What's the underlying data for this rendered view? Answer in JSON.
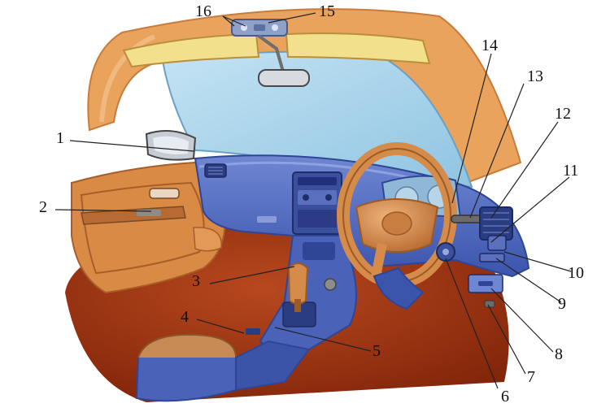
{
  "callouts": [
    {
      "id": "1",
      "label": "1"
    },
    {
      "id": "2",
      "label": "2"
    },
    {
      "id": "3",
      "label": "3"
    },
    {
      "id": "4",
      "label": "4"
    },
    {
      "id": "5",
      "label": "5"
    },
    {
      "id": "6",
      "label": "6"
    },
    {
      "id": "7",
      "label": "7"
    },
    {
      "id": "8",
      "label": "8"
    },
    {
      "id": "9",
      "label": "9"
    },
    {
      "id": "10",
      "label": "10"
    },
    {
      "id": "11",
      "label": "11"
    },
    {
      "id": "12",
      "label": "12"
    },
    {
      "id": "13",
      "label": "13"
    },
    {
      "id": "14",
      "label": "14"
    },
    {
      "id": "15",
      "label": "15"
    },
    {
      "id": "16",
      "label": "16"
    }
  ],
  "colors": {
    "headliner": "#e9a35c",
    "headliner_edge": "#c97b3a",
    "sunvisor": "#f2e08c",
    "windshield": "#a9d3ea",
    "dashboard": "#4a63b8",
    "dashboard_dark": "#2f4596",
    "dashboard_light": "#6f86d2",
    "door_panel": "#d98a45",
    "door_dark": "#a85e28",
    "floor": "#8f2a0c",
    "floor_light": "#b7481e",
    "steering": "#d58c4a",
    "steering_dark": "#9c5a25",
    "armrest": "#c88a55",
    "gauge": "#8fb7d6",
    "grey": "#8c8c8c",
    "leader": "#222222"
  }
}
